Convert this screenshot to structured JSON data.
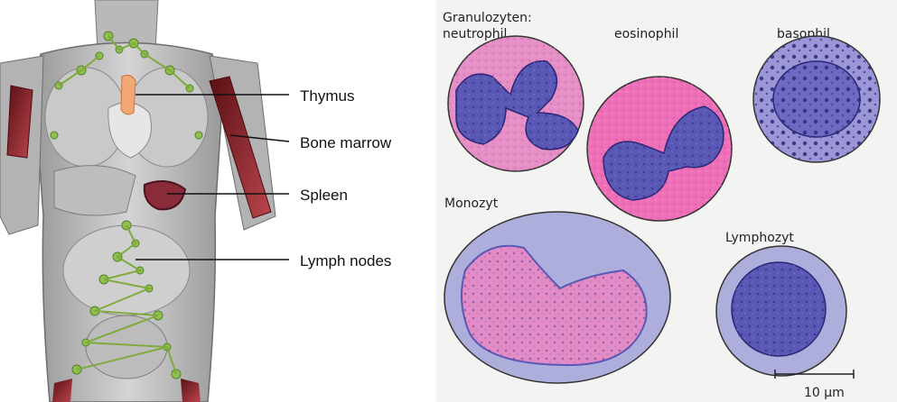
{
  "anatomy": {
    "labels": {
      "thymus": "Thymus",
      "bone_marrow": "Bone marrow",
      "spleen": "Spleen",
      "lymph_nodes": "Lymph nodes"
    }
  },
  "cells": {
    "group_title": "Granulozyten:",
    "neutrophil": "neutrophil",
    "eosinophil": "eosinophil",
    "basophil": "basophil",
    "monozyt": "Monozyt",
    "lymphozyt": "Lymphozyt",
    "scale_bar": "10 µm"
  },
  "colors": {
    "neutrophil_cytoplasm": "#e58fc6",
    "eosinophil_cytoplasm": "#ee6fb7",
    "nucleus": "#5a58b5",
    "monocyte_cytoplasm": "#aeaedd",
    "lymph_node_green": "#8fbf4d",
    "bone_marrow_red": "#7a1f24"
  }
}
